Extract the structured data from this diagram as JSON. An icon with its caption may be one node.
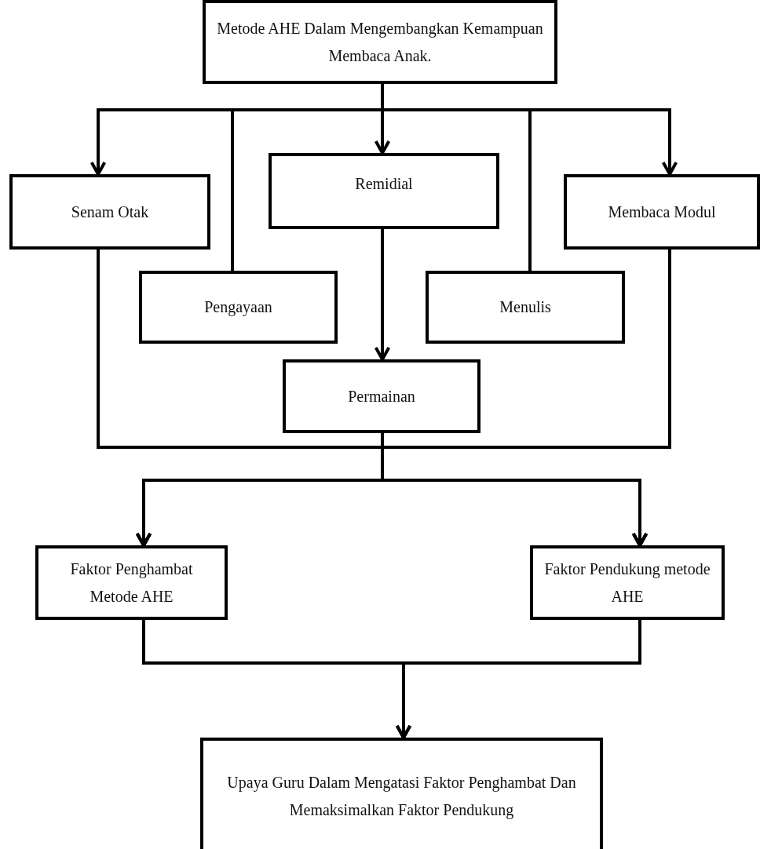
{
  "diagram": {
    "nodes": [
      {
        "text": [
          "Metode AHE Dalam Mengembangkan Kemampuan Membaca Anak."
        ]
      },
      {
        "text": [
          "Senam Otak"
        ]
      },
      {
        "text": [
          "Remidial"
        ]
      },
      {
        "text": [
          "Membaca Modul"
        ]
      },
      {
        "text": [
          "Pengayaan"
        ]
      },
      {
        "text": [
          "Menulis"
        ]
      },
      {
        "text": [
          "Permainan"
        ]
      },
      {
        "text": [
          "Faktor Penghambat Metode AHE"
        ]
      },
      {
        "text": [
          "Faktor Pendukung metode AHE"
        ]
      },
      {
        "text": [
          "Upaya Guru Dalam Mengatasi Faktor Penghambat Dan Memaksimalkan Faktor Pendukung"
        ]
      }
    ],
    "edges": [
      {
        "from": 0,
        "to": 1,
        "arrow": "to"
      },
      {
        "from": 0,
        "to": 2,
        "arrow": "to"
      },
      {
        "from": 0,
        "to": 3,
        "arrow": "to"
      },
      {
        "from": 0,
        "to": 4,
        "arrow": "none"
      },
      {
        "from": 0,
        "to": 5,
        "arrow": "none"
      },
      {
        "from": 2,
        "to": 6,
        "arrow": "to"
      },
      {
        "from": 1,
        "to": 7,
        "arrow": "to"
      },
      {
        "from": 1,
        "to": 8,
        "arrow": "to"
      },
      {
        "from": 3,
        "to": 7,
        "arrow": "to"
      },
      {
        "from": 3,
        "to": 8,
        "arrow": "to"
      },
      {
        "from": 6,
        "to": 7,
        "arrow": "to"
      },
      {
        "from": 6,
        "to": 8,
        "arrow": "to"
      },
      {
        "from": 7,
        "to": 9,
        "arrow": "to"
      },
      {
        "from": 8,
        "to": 9,
        "arrow": "to"
      }
    ]
  }
}
